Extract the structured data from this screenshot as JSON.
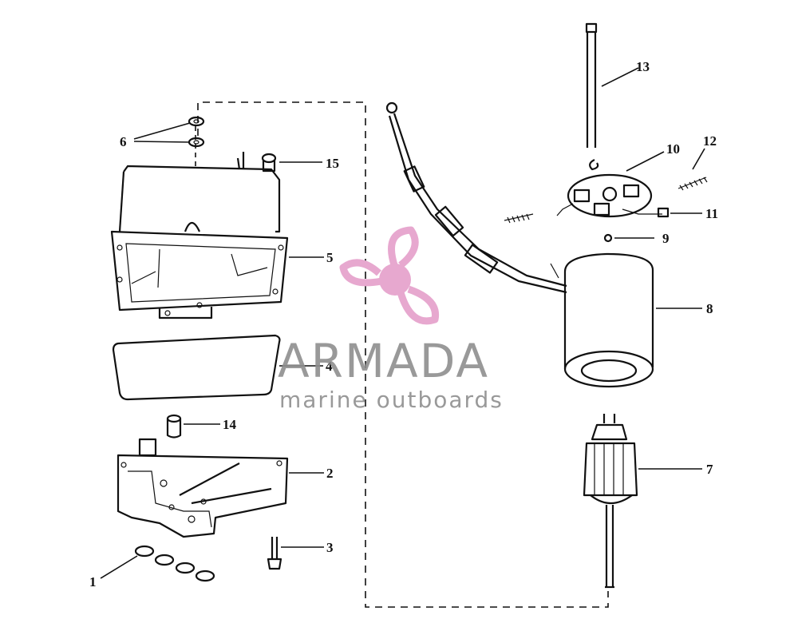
{
  "callouts": [
    {
      "id": "1",
      "part": "o-rings"
    },
    {
      "id": "2",
      "part": "lower-housing"
    },
    {
      "id": "3",
      "part": "bolt"
    },
    {
      "id": "4",
      "part": "gasket"
    },
    {
      "id": "5",
      "part": "upper-housing"
    },
    {
      "id": "6",
      "part": "washers"
    },
    {
      "id": "7",
      "part": "armature"
    },
    {
      "id": "8",
      "part": "motor-frame"
    },
    {
      "id": "9",
      "part": "ball"
    },
    {
      "id": "10",
      "part": "brush-plate"
    },
    {
      "id": "11",
      "part": "lead-connector"
    },
    {
      "id": "12",
      "part": "spring"
    },
    {
      "id": "13",
      "part": "thru-bolt"
    },
    {
      "id": "14",
      "part": "bushing"
    },
    {
      "id": "15",
      "part": "plug"
    }
  ],
  "watermark": {
    "title": "ARMADA",
    "subtitle": "marine outboards",
    "logo_color": "#e7a8cf"
  }
}
